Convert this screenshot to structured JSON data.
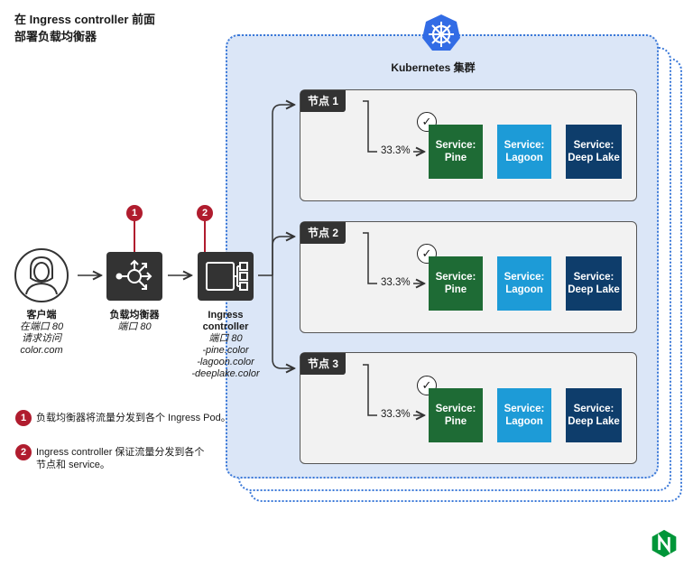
{
  "title": {
    "line1": "在 Ingress controller 前面",
    "line2": "部署负载均衡器"
  },
  "cluster": {
    "label": "Kubernetes 集群",
    "icon": "kubernetes-helm-icon"
  },
  "client": {
    "title": "客户端",
    "line1": "在端口 80",
    "line2": "请求访问",
    "line3": "color.com"
  },
  "load_balancer": {
    "title": "负载均衡器",
    "sub": "端口 80",
    "badge": "1"
  },
  "ingress": {
    "title_line1": "Ingress",
    "title_line2": "controller",
    "port": "端口 80",
    "host1": "-pine.color",
    "host2": "-lagoon.color",
    "host3": "-deeplake.color",
    "badge": "2"
  },
  "nodes": [
    {
      "label": "节点 1",
      "pct": "33.3%"
    },
    {
      "label": "节点 2",
      "pct": "33.3%"
    },
    {
      "label": "节点 3",
      "pct": "33.3%"
    }
  ],
  "services": {
    "pine": {
      "line1": "Service:",
      "line2": "Pine"
    },
    "lagoon": {
      "line1": "Service:",
      "line2": "Lagoon"
    },
    "deeplake": {
      "line1": "Service:",
      "line2": "Deep Lake"
    }
  },
  "legend": [
    {
      "num": "1",
      "line1": "负载均衡器将流量分发到各个 Ingress Pod。",
      "line2": ""
    },
    {
      "num": "2",
      "line1": "Ingress controller 保证流量分发到各个",
      "line2": "节点和 service。"
    }
  ],
  "colors": {
    "pine": "#1e6b35",
    "lagoon": "#1d9bd7",
    "deeplake": "#0e3d6b",
    "badge": "#b01c2e",
    "cluster_border": "#3a78d8",
    "cluster_fill": "#dbe6f7",
    "nginx": "#009639"
  },
  "brand_icon": "nginx-logo-icon"
}
